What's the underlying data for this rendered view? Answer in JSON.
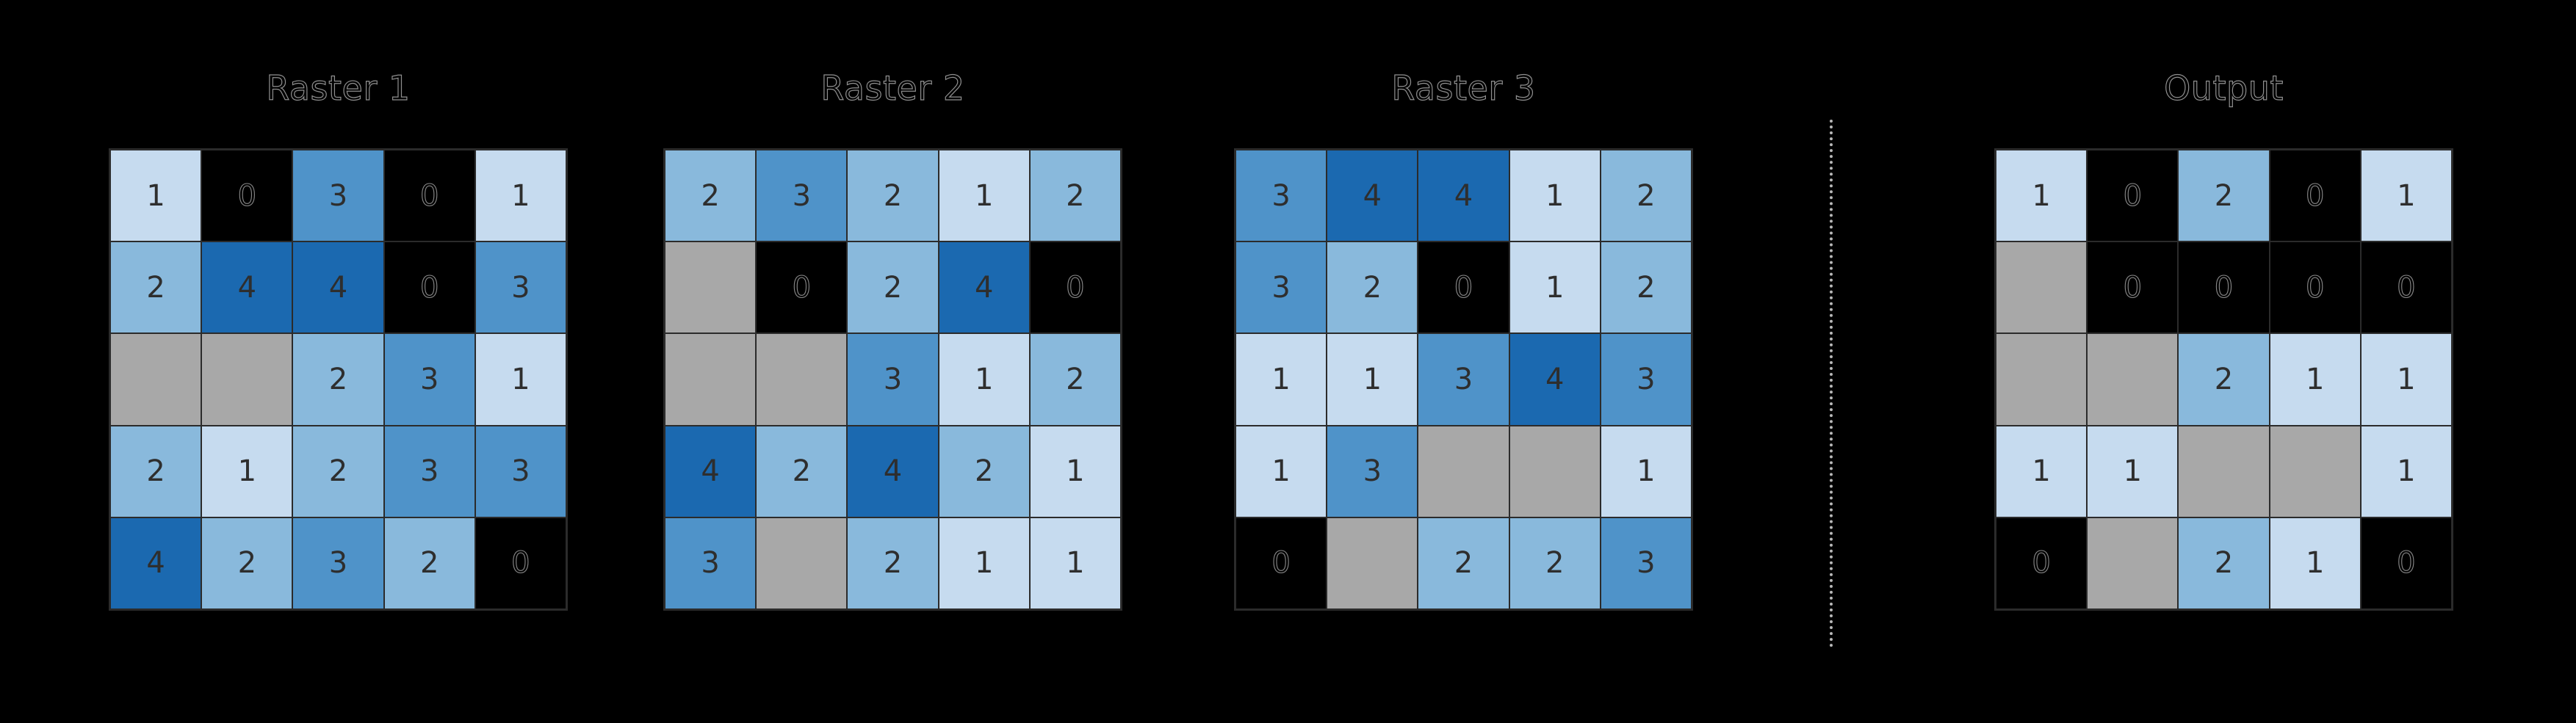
{
  "figure": {
    "background_color": "#000000",
    "grid_border_color": "#2b2b2b",
    "title_color": "#8f8f8f",
    "cell_text_color": "#2e2e2e",
    "value_colors": {
      "0": "#000000",
      "1": "#c6dbef",
      "2": "#89b9dc",
      "3": "#4f93c9",
      "4": "#1b69b0",
      "nodata": "#a8a8a8"
    }
  },
  "panels": [
    {
      "id": "raster-1",
      "title": "Raster 1",
      "rows": [
        [
          "1",
          "0",
          "3",
          "0",
          "1"
        ],
        [
          "2",
          "4",
          "4",
          "0",
          "3"
        ],
        [
          "",
          "",
          "2",
          "3",
          "1"
        ],
        [
          "2",
          "1",
          "2",
          "3",
          "3"
        ],
        [
          "4",
          "2",
          "3",
          "2",
          "0"
        ]
      ]
    },
    {
      "id": "raster-2",
      "title": "Raster 2",
      "rows": [
        [
          "2",
          "3",
          "2",
          "1",
          "2"
        ],
        [
          "",
          "0",
          "2",
          "4",
          "0"
        ],
        [
          "",
          "",
          "3",
          "1",
          "2"
        ],
        [
          "4",
          "2",
          "4",
          "2",
          "1"
        ],
        [
          "3",
          "",
          "2",
          "1",
          "1"
        ]
      ]
    },
    {
      "id": "raster-3",
      "title": "Raster 3",
      "rows": [
        [
          "3",
          "4",
          "4",
          "1",
          "2"
        ],
        [
          "3",
          "2",
          "0",
          "1",
          "2"
        ],
        [
          "1",
          "1",
          "3",
          "4",
          "3"
        ],
        [
          "1",
          "3",
          "",
          "",
          "1"
        ],
        [
          "0",
          "",
          "2",
          "2",
          "3"
        ]
      ]
    },
    {
      "id": "output",
      "title": "Output",
      "rows": [
        [
          "1",
          "0",
          "2",
          "0",
          "1"
        ],
        [
          "",
          "0",
          "0",
          "0",
          "0"
        ],
        [
          "",
          "",
          "2",
          "1",
          "1"
        ],
        [
          "1",
          "1",
          "",
          "",
          "1"
        ],
        [
          "0",
          "",
          "2",
          "1",
          "0"
        ]
      ]
    }
  ],
  "chart_data": {
    "type": "heatmap",
    "title": "",
    "description": "Four 5x5 categorical raster grids: three input rasters and one output raster, cell values 0-4 with no-data cells shown in gray",
    "grid_size": [
      5,
      5
    ],
    "value_range": [
      0,
      4
    ],
    "nodata_token": "",
    "colormap": "Blues",
    "legend": null,
    "grid": true,
    "panels": {
      "Raster 1": [
        [
          1,
          0,
          3,
          0,
          1
        ],
        [
          2,
          4,
          4,
          0,
          3
        ],
        [
          null,
          null,
          2,
          3,
          1
        ],
        [
          2,
          1,
          2,
          3,
          3
        ],
        [
          4,
          2,
          3,
          2,
          0
        ]
      ],
      "Raster 2": [
        [
          2,
          3,
          2,
          1,
          2
        ],
        [
          null,
          0,
          2,
          4,
          0
        ],
        [
          null,
          null,
          3,
          1,
          2
        ],
        [
          4,
          2,
          4,
          2,
          1
        ],
        [
          3,
          null,
          2,
          1,
          1
        ]
      ],
      "Raster 3": [
        [
          3,
          4,
          4,
          1,
          2
        ],
        [
          3,
          2,
          0,
          1,
          2
        ],
        [
          1,
          1,
          3,
          4,
          3
        ],
        [
          1,
          3,
          null,
          null,
          1
        ],
        [
          0,
          null,
          2,
          2,
          3
        ]
      ],
      "Output": [
        [
          1,
          0,
          2,
          0,
          1
        ],
        [
          null,
          0,
          0,
          0,
          0
        ],
        [
          null,
          null,
          2,
          1,
          1
        ],
        [
          1,
          1,
          null,
          null,
          1
        ],
        [
          0,
          null,
          2,
          1,
          0
        ]
      ]
    }
  }
}
